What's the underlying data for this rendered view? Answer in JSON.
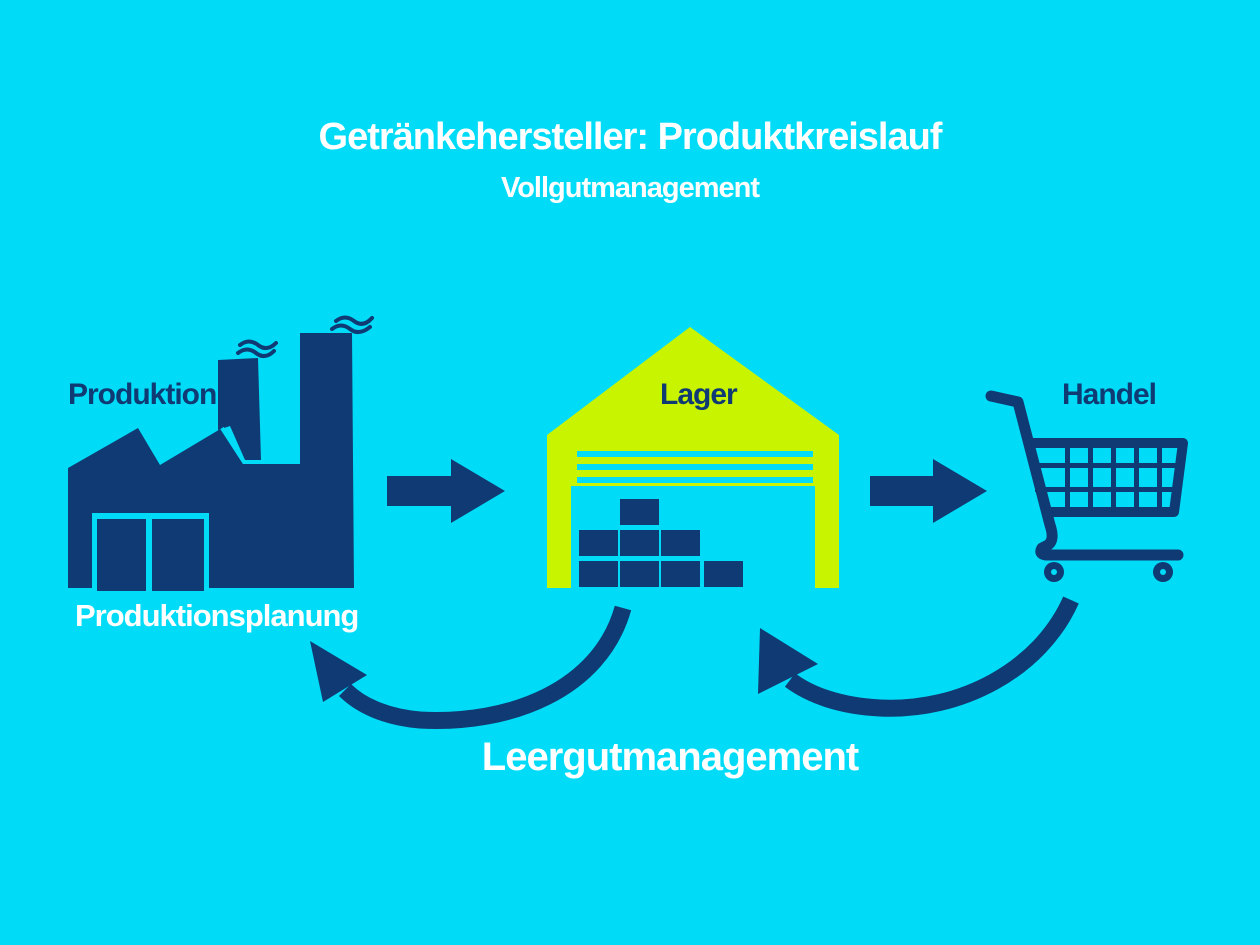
{
  "header": {
    "title": "Getränkehersteller: Produktkreislauf",
    "subtitle": "Vollgutmanagement"
  },
  "nodes": {
    "produktion": {
      "label": "Produktion",
      "icon": "factory-icon"
    },
    "lager": {
      "label": "Lager",
      "icon": "warehouse-icon"
    },
    "handel": {
      "label": "Handel",
      "icon": "shopping-cart-icon"
    }
  },
  "return_flow": {
    "planung_label": "Produktionsplanung",
    "leergut_label": "Leergutmanagement"
  },
  "colors": {
    "background": "#00dcf8",
    "navy": "#0f3a73",
    "accent": "#c8f400",
    "text_light": "#ffffff"
  }
}
